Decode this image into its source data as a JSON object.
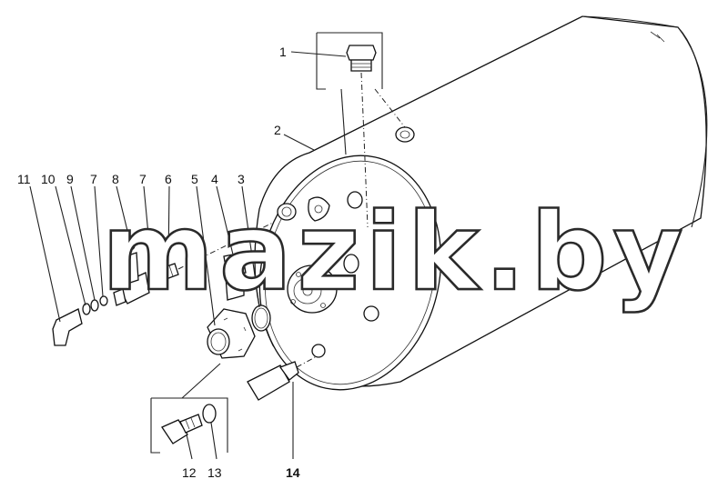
{
  "diagram": {
    "watermark": "mazik.by",
    "callouts": [
      {
        "id": "1",
        "text": "1"
      },
      {
        "id": "2",
        "text": "2"
      },
      {
        "id": "3",
        "text": "3"
      },
      {
        "id": "4",
        "text": "4"
      },
      {
        "id": "5",
        "text": "5"
      },
      {
        "id": "6",
        "text": "6"
      },
      {
        "id": "7a",
        "text": "7"
      },
      {
        "id": "7b",
        "text": "7"
      },
      {
        "id": "8",
        "text": "8"
      },
      {
        "id": "9",
        "text": "9"
      },
      {
        "id": "10",
        "text": "10"
      },
      {
        "id": "11",
        "text": "11"
      },
      {
        "id": "12",
        "text": "12"
      },
      {
        "id": "13",
        "text": "13"
      },
      {
        "id": "14",
        "text": "14"
      }
    ]
  }
}
